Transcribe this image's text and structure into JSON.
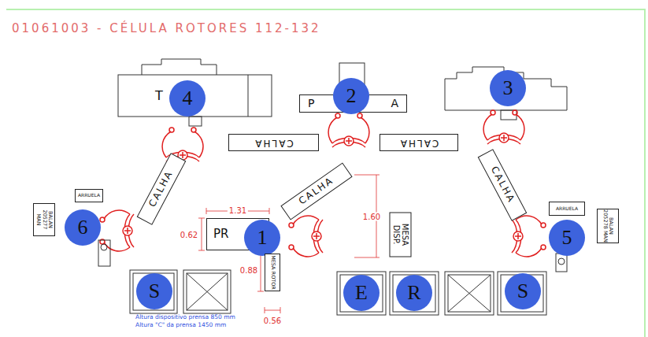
{
  "diagram": {
    "title": "01061003 - CÉLULA ROTORES 112-132",
    "nodes": [
      {
        "text": [
          "T"
        ]
      },
      {
        "text": [
          "4"
        ]
      },
      {
        "text": [
          "P",
          "A"
        ]
      },
      {
        "text": [
          "2"
        ]
      },
      {
        "text": [
          "3"
        ]
      },
      {
        "text": [
          "CALHA"
        ]
      },
      {
        "text": [
          "CALHA"
        ]
      },
      {
        "text": [
          "CALHA"
        ]
      },
      {
        "text": [
          "CALHA"
        ]
      },
      {
        "text": [
          "CALHA"
        ]
      },
      {
        "text": [
          "BALAN 205277 MAN"
        ]
      },
      {
        "text": [
          "ARRUELA"
        ]
      },
      {
        "text": [
          "6"
        ]
      },
      {
        "text": [
          "PR"
        ]
      },
      {
        "text": [
          "1"
        ]
      },
      {
        "text": [
          "MESA ROTOR"
        ]
      },
      {
        "text": [
          "MESA DISP."
        ]
      },
      {
        "text": [
          "ARRUELA"
        ]
      },
      {
        "text": [
          "BALAN 205278 MAN"
        ]
      },
      {
        "text": [
          "5"
        ]
      },
      {
        "text": [
          "S"
        ]
      },
      {
        "text": [
          "E"
        ]
      },
      {
        "text": [
          "R"
        ]
      },
      {
        "text": [
          "S"
        ]
      }
    ],
    "labels": [
      "1.31",
      "0.62",
      "0.88",
      "0.56",
      "1.60",
      "Altura dispositivo prensa 850 mm",
      "Altura \"C\" da prensa 1450 mm"
    ]
  }
}
